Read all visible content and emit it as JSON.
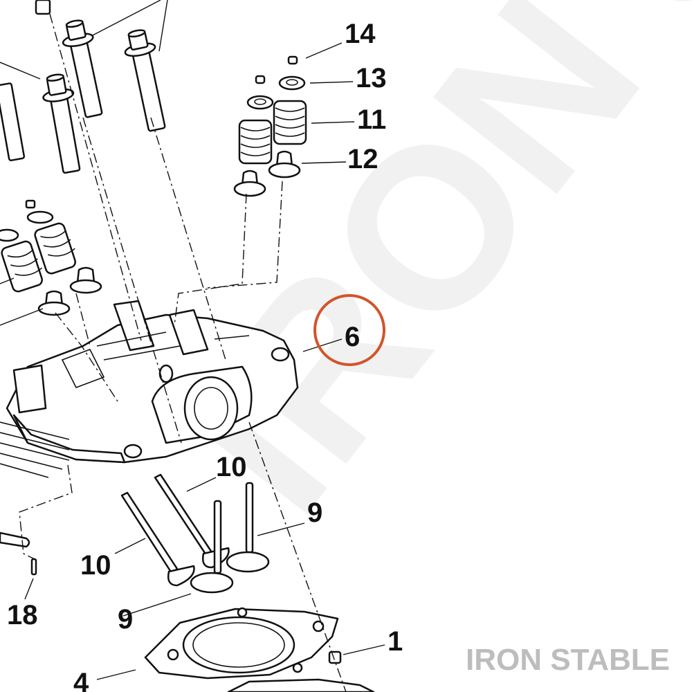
{
  "watermark": {
    "text": "IRON STABLE"
  },
  "brand_mark": {
    "text": "IRON STABLE"
  },
  "highlight": {
    "color": "#d2542a"
  },
  "callouts": [
    {
      "id": "14",
      "label": "14"
    },
    {
      "id": "13",
      "label": "13"
    },
    {
      "id": "11",
      "label": "11"
    },
    {
      "id": "12",
      "label": "12"
    },
    {
      "id": "6",
      "label": "6"
    },
    {
      "id": "10a",
      "label": "10"
    },
    {
      "id": "9a",
      "label": "9"
    },
    {
      "id": "10b",
      "label": "10"
    },
    {
      "id": "18",
      "label": "18"
    },
    {
      "id": "9b",
      "label": "9"
    },
    {
      "id": "1",
      "label": "1"
    },
    {
      "id": "4",
      "label": "4"
    }
  ]
}
